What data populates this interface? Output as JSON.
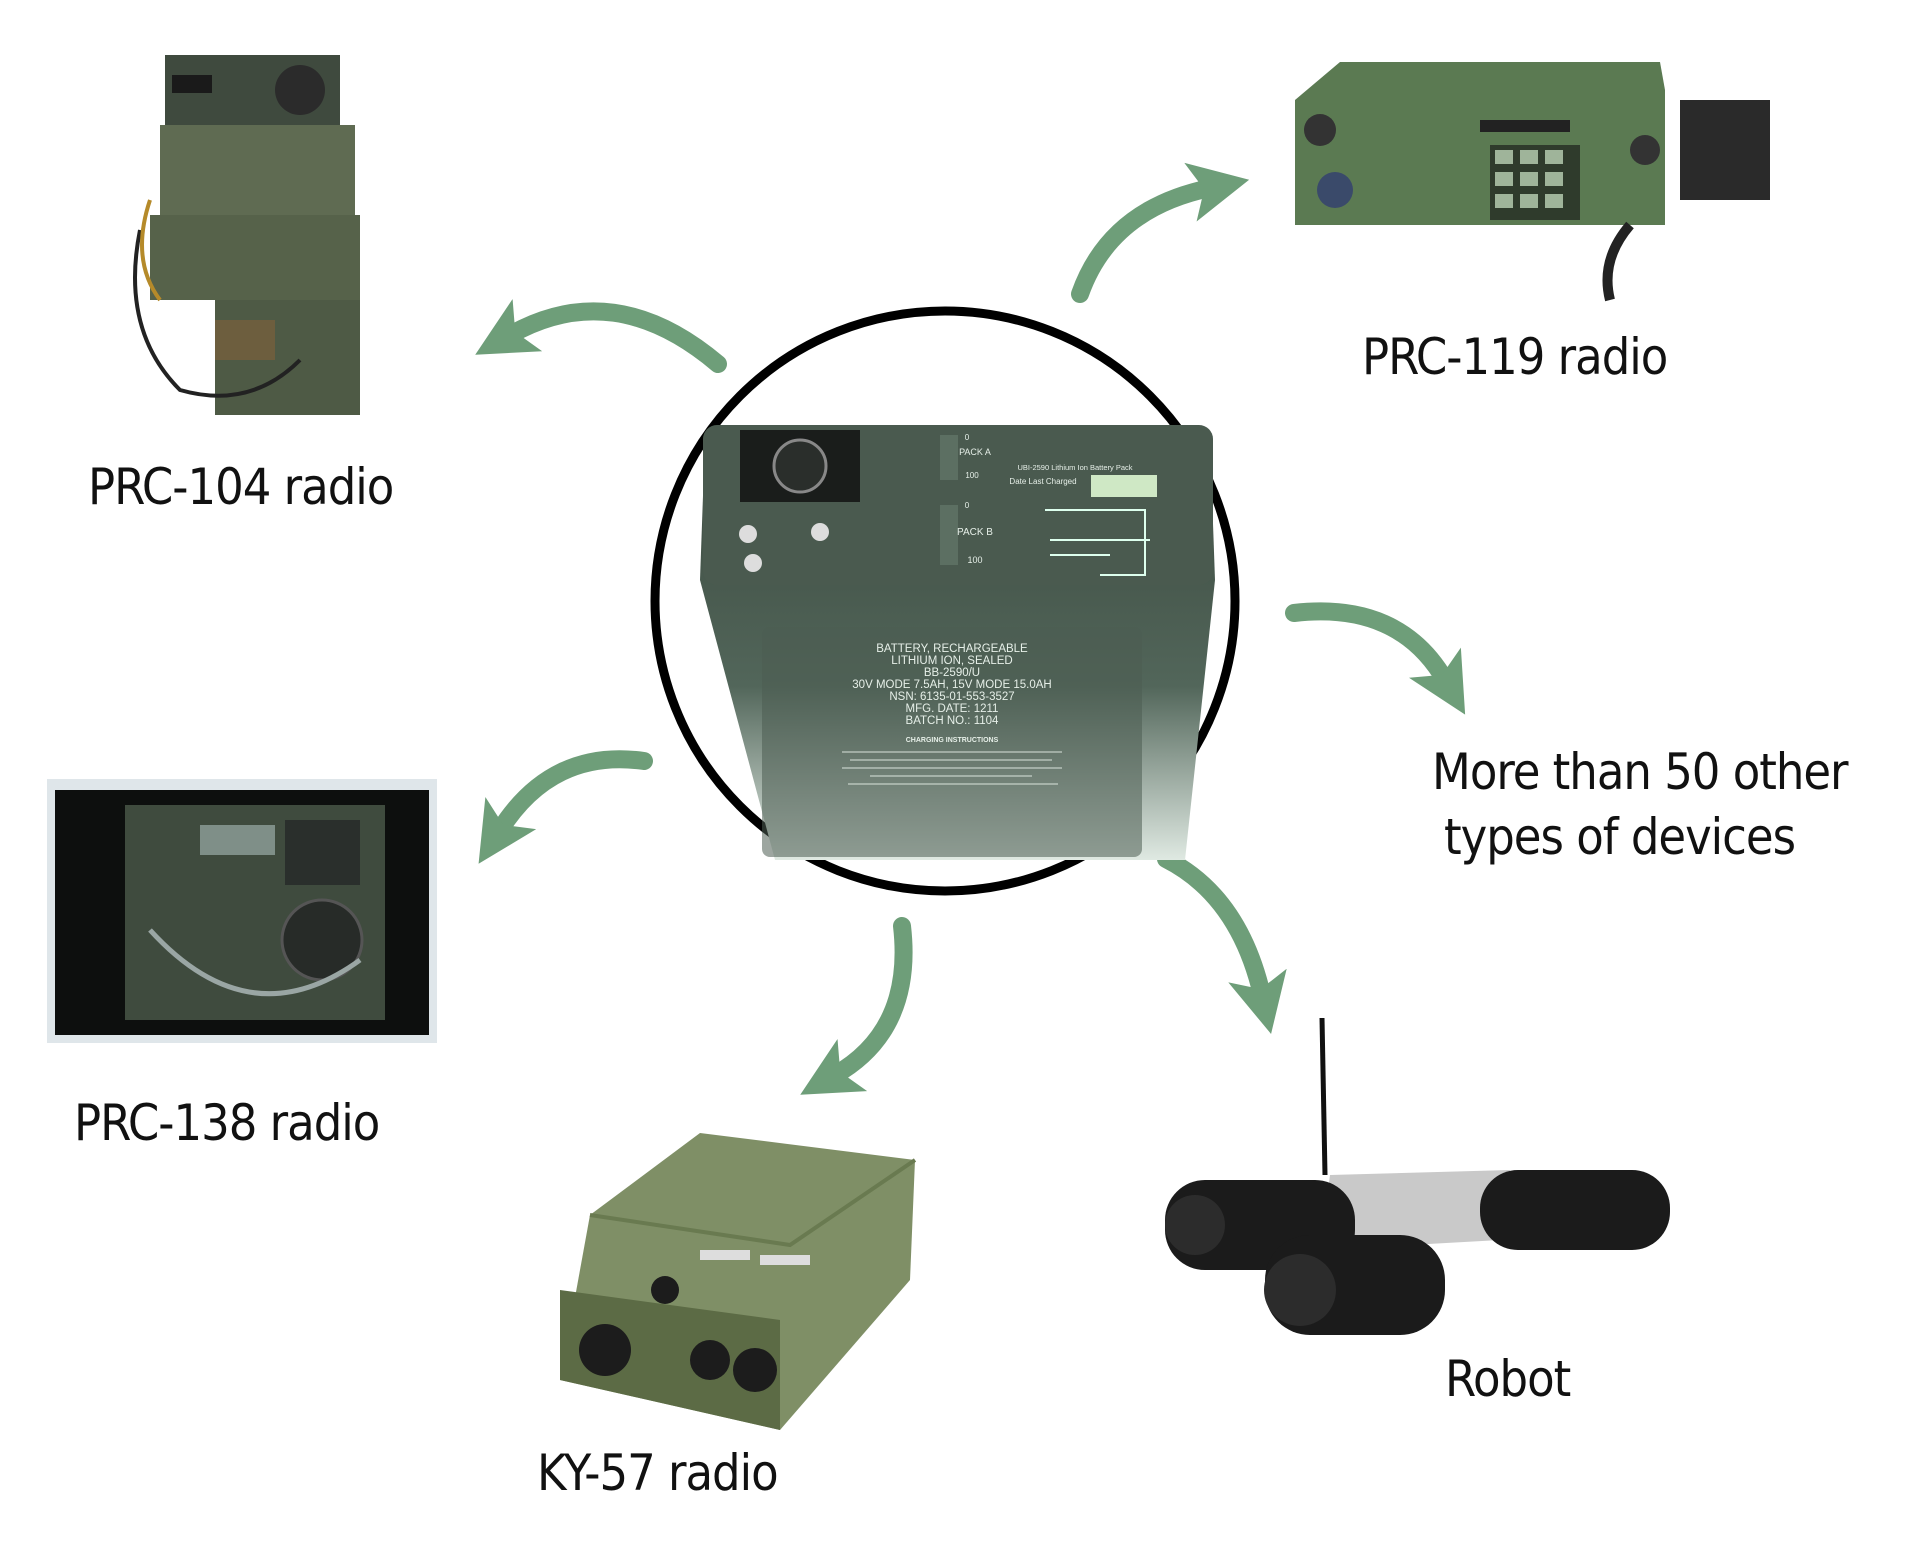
{
  "colors": {
    "arrow": "#6e9e79",
    "device_green": "#55704f",
    "battery_body": "#3c4a40",
    "circle": "#000000"
  },
  "battery": {
    "top": {
      "pack_a": "PACK A",
      "pack_b": "PACK B",
      "scale_min": "0",
      "scale_max": "100",
      "model_line": "UBI-2590 Lithium Ion Battery Pack",
      "date_label": "Date Last Charged"
    },
    "label_lines": [
      "BATTERY, RECHARGEABLE",
      "LITHIUM ION, SEALED",
      "BB-2590/U",
      "30V MODE 7.5AH, 15V MODE 15.0AH",
      "NSN: 6135-01-553-3527",
      "MFG. DATE:  1211",
      "BATCH NO.:  1104"
    ],
    "charging_heading": "CHARGING INSTRUCTIONS"
  },
  "devices": [
    {
      "name": "PRC-104 radio"
    },
    {
      "name": "PRC-119 radio"
    },
    {
      "name": "More than 50 other",
      "name_line2": "types of devices"
    },
    {
      "name": "Robot"
    },
    {
      "name": "KY-57 radio"
    },
    {
      "name": "PRC-138 radio"
    }
  ]
}
